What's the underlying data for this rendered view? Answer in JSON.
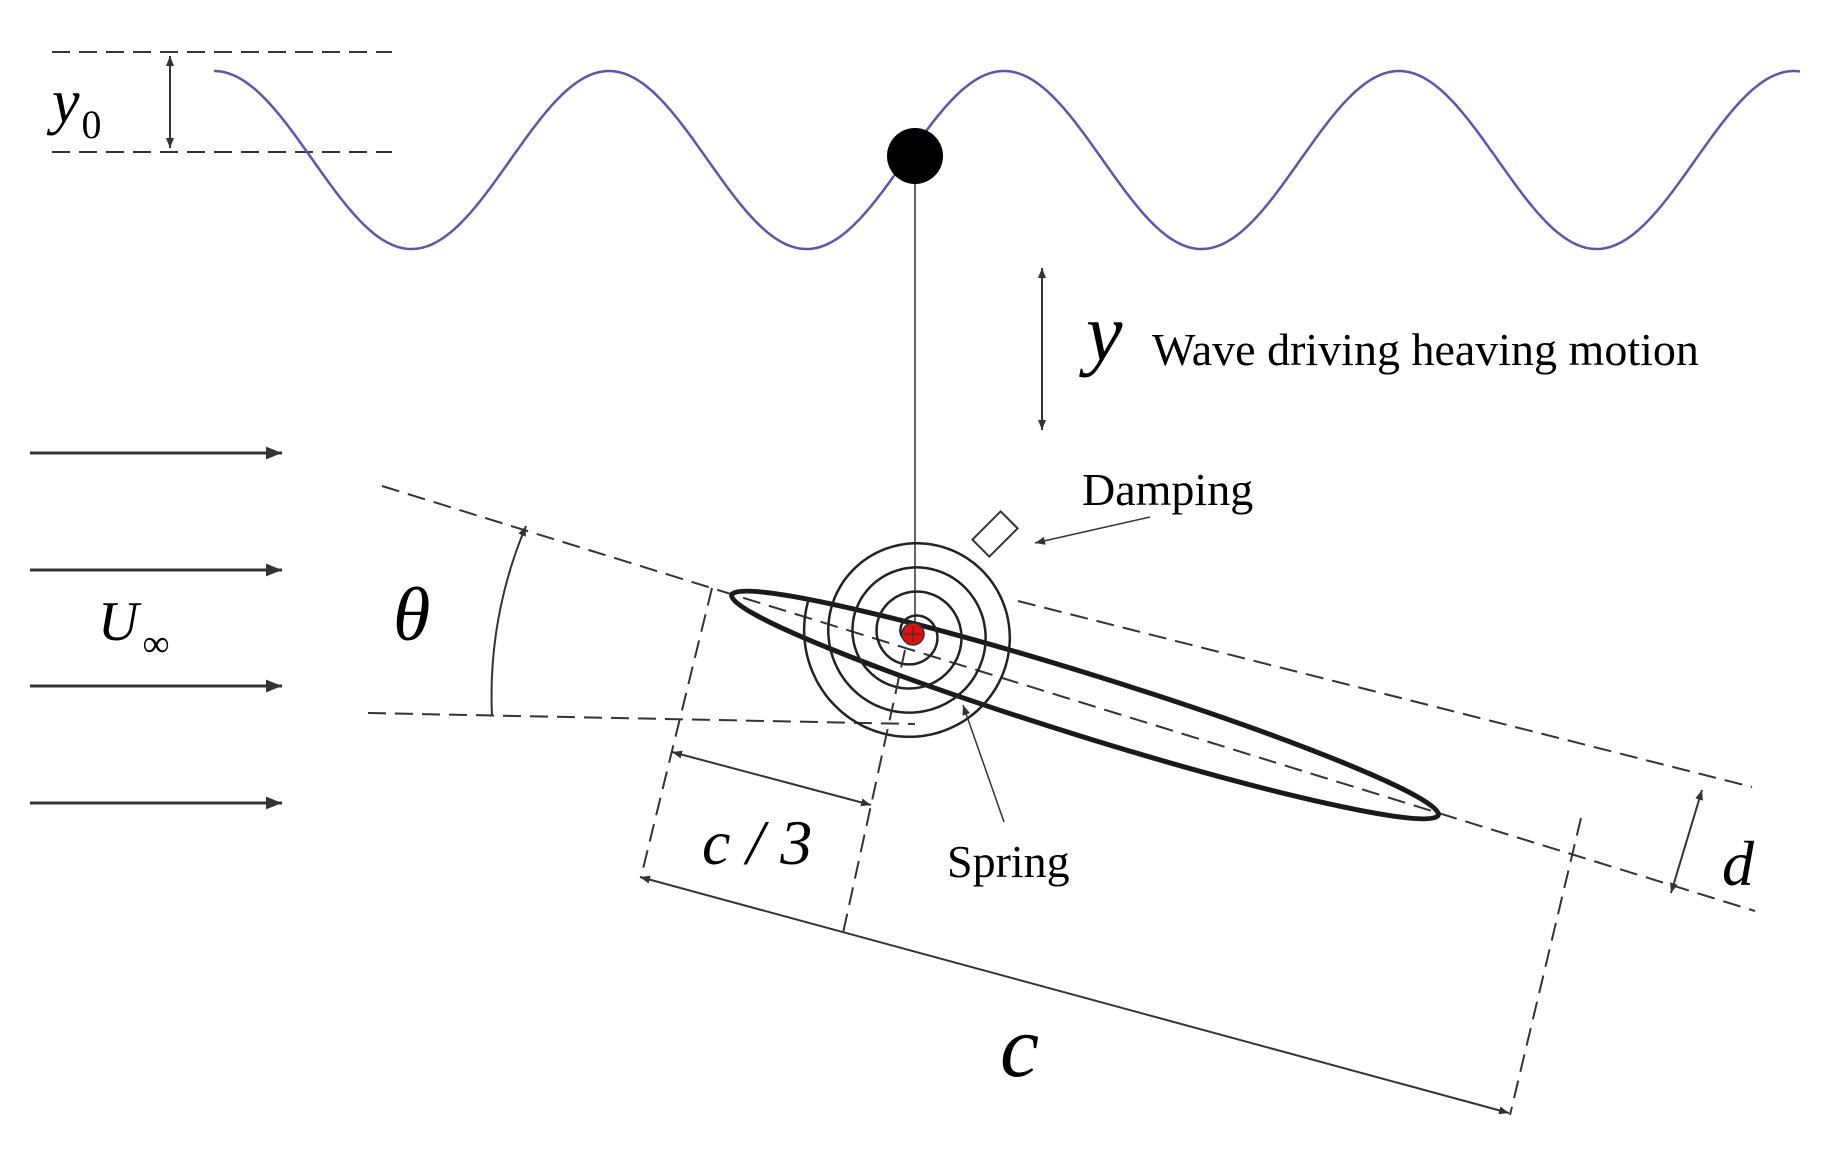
{
  "labels": {
    "y0_main": "y",
    "y0_sub": "0",
    "y": "y",
    "heave_caption": "Wave driving heaving motion",
    "damping": "Damping",
    "u_inf_main": "U",
    "u_inf_sub": "∞",
    "theta": "θ",
    "c_third": "c / 3",
    "spring": "Spring",
    "d": "d",
    "c": "c"
  },
  "colors": {
    "wave": "#5a56b0",
    "ink": "#000000",
    "line": "#333333",
    "pivot": "#e01010"
  },
  "icons": {
    "mass": "filled-circle",
    "spring": "spiral",
    "damper": "rectangle"
  }
}
